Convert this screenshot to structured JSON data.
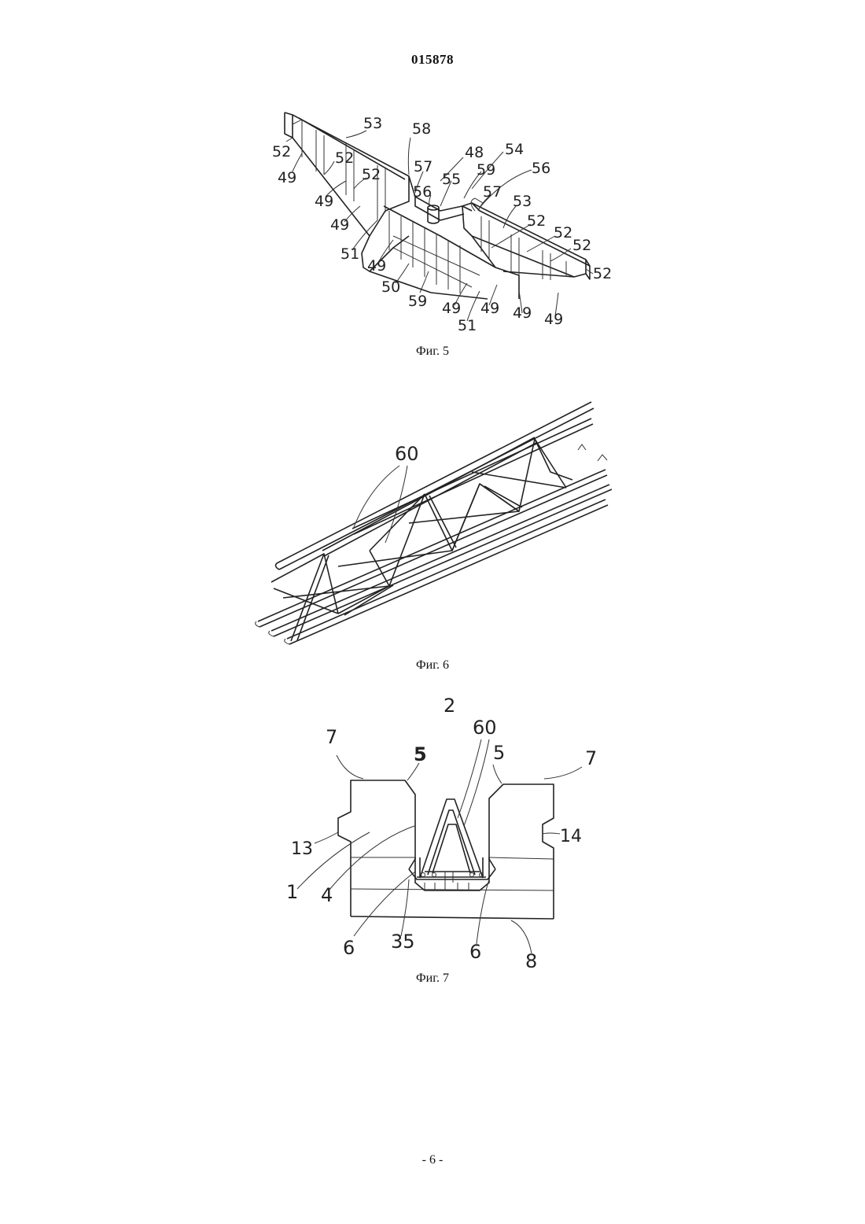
{
  "document": {
    "number": "015878",
    "page_footer": "- 6 -"
  },
  "fig5": {
    "caption": "Фиг. 5",
    "labels": {
      "l53a": "53",
      "l58": "58",
      "l48": "48",
      "l54": "54",
      "l52a": "52",
      "l52b": "52",
      "l57a": "57",
      "l59a": "59",
      "l56a": "56",
      "l49a": "49",
      "l56b": "56",
      "l55": "55",
      "l52c": "52",
      "l57b": "57",
      "l53b": "53",
      "l49b": "49",
      "l52d": "52",
      "l49c": "49",
      "l52e": "52",
      "l52f": "52",
      "l51a": "51",
      "l49d": "49",
      "l52g": "52",
      "l50": "50",
      "l59b": "59",
      "l49e": "49",
      "l49f": "49",
      "l49g": "49",
      "l49h": "49",
      "l51b": "51"
    }
  },
  "fig6": {
    "caption": "Фиг. 6",
    "labels": {
      "l60": "60"
    }
  },
  "fig7": {
    "caption": "Фиг. 7",
    "labels": {
      "l2": "2",
      "l60": "60",
      "l7a": "7",
      "l5a": "5",
      "l5b": "5",
      "l7b": "7",
      "l13": "13",
      "l14": "14",
      "l1": "1",
      "l4": "4",
      "l6a": "6",
      "l35": "35",
      "l6b": "6",
      "l8": "8"
    }
  }
}
